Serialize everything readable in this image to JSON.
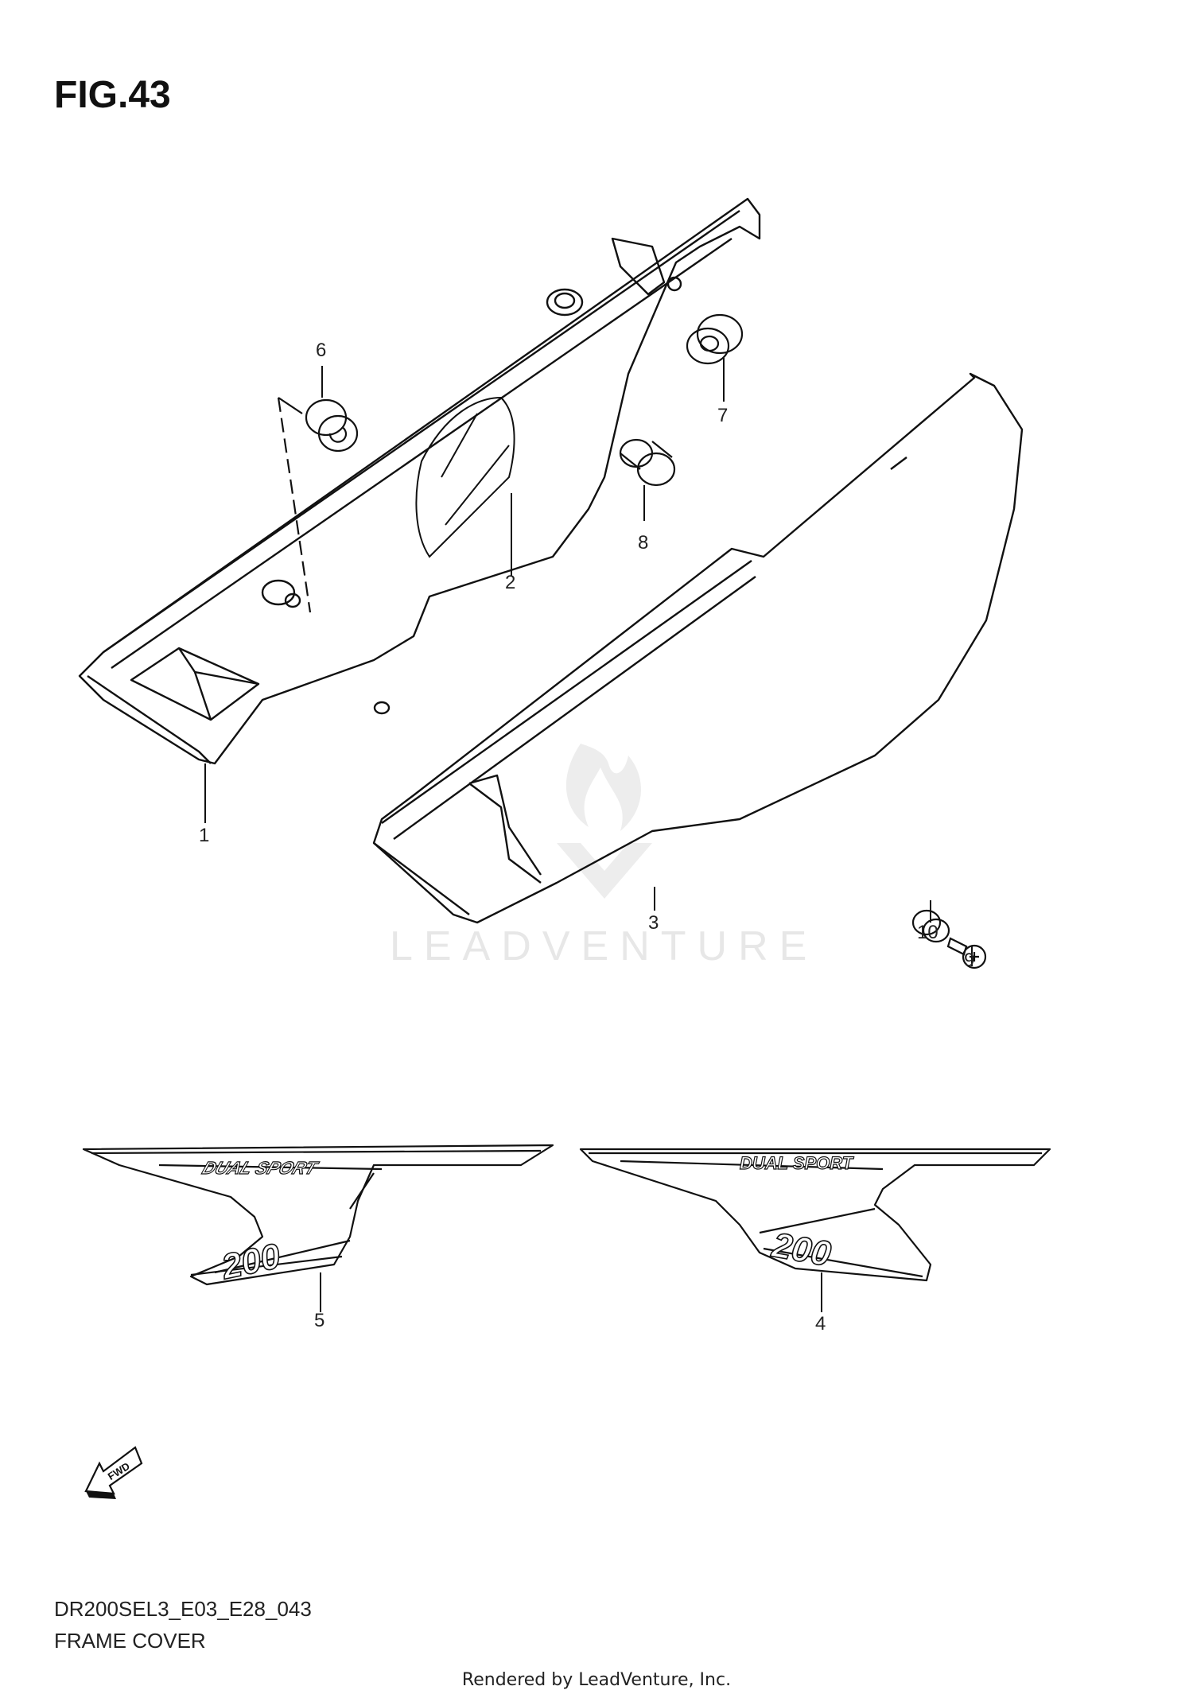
{
  "figure": {
    "title": "FIG.43",
    "model_code": "DR200SEL3_E03_E28_043",
    "section_name": "FRAME COVER",
    "footer": "Rendered by LeadVenture, Inc."
  },
  "watermark": {
    "text": "LEADVENTURE"
  },
  "callouts": [
    {
      "id": "1",
      "label": "1",
      "part": "frame-cover-left"
    },
    {
      "id": "2",
      "label": "2",
      "part": "inner-panel"
    },
    {
      "id": "3",
      "label": "3",
      "part": "frame-cover-right"
    },
    {
      "id": "4",
      "label": "4",
      "part": "emblem-right"
    },
    {
      "id": "5",
      "label": "5",
      "part": "emblem-left"
    },
    {
      "id": "6",
      "label": "6",
      "part": "grommet"
    },
    {
      "id": "7",
      "label": "7",
      "part": "grommet"
    },
    {
      "id": "8",
      "label": "8",
      "part": "cushion"
    },
    {
      "id": "9",
      "label": "9",
      "part": "screw"
    },
    {
      "id": "10",
      "label": "10",
      "part": "grommet"
    }
  ],
  "decals": {
    "left_text": "DUAL SPORT",
    "left_number": "200",
    "right_text": "DUAL SPORT",
    "right_number": "200"
  },
  "fwd_arrow": {
    "label": "FWD"
  }
}
